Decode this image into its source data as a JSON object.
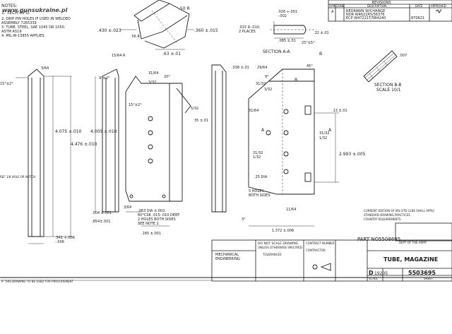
{
  "notes": {
    "heading": "NOTES:",
    "lines": [
      "1. TECH MFG.",
      "2. DRIP PIN HOLES IF USED IN WELDED",
      "   ASSEMBLY 7265339",
      "3. TUBE, STEEL, SAE 1045 OR 1050.",
      "   ASTM A519",
      "4. MIL-W-13855 APPLIES."
    ]
  },
  "revisions": {
    "header": "REVISIONS",
    "col_sym": "SYM",
    "col_zone": "ZONE",
    "col_desc": "DESCRIPTION",
    "col_date": "DATE",
    "col_appr": "APPROVED",
    "rows": [
      {
        "sym": "A",
        "desc": "REDRAWN W/CHANGE",
        "date": "",
        "appr": ""
      },
      {
        "sym": "",
        "desc": "NOR W4622A5/56376",
        "date": "",
        "appr": ""
      },
      {
        "sym": "",
        "desc": "ECP W47221T/5B4240",
        "date": "870621",
        "appr": ""
      }
    ]
  },
  "section_a": {
    "title": "SECTION A-A",
    "dims": [
      ".026 +.001",
      "    -.002",
      ".32 ±.01",
      ".085 ±.01",
      "25°±5°",
      ".015 R-.010,",
      "2 PLACES"
    ]
  },
  "section_b": {
    "title": "SECTION B-B",
    "scale": "SCALE 10/1",
    "dim": ".007"
  },
  "top_view_dims": [
    ".50 R",
    ".430 ±.023",
    ".360 ±.015",
    ".63 ±.01",
    ".56 R"
  ],
  "left_view_dims": [
    "3/64",
    "15°±2°",
    "4.075 ±.010",
    "4.476 ±.010",
    "REF 1/8 HOLE OR NOTCH",
    ".541 +.006",
    "     -.006"
  ],
  "mid_view_dims": [
    "15/64 R",
    "9°±2°",
    "31/64",
    "3/32",
    "20°",
    "15°±2°",
    "4.005 ±.010",
    ".004 ±.001",
    ".854±.001",
    ".063 DIA ±.002",
    "60°CSK .015-.010 DEEP",
    "2 HOLES BOTH SIDES",
    "SEE NOTE 2.",
    ".185 ±.001",
    "5/32",
    "35 ±.01",
    "3/64",
    ".038 ±.01"
  ],
  "right_view_dims": [
    "29/64",
    "31/32",
    "3/32",
    "31/64",
    "9°",
    "45°",
    "B",
    "B",
    "A",
    "A",
    ".13 ±.01",
    "31/32",
    "1/32",
    "2.993 ±.005",
    ".25 DIA",
    "5 HOLES",
    "BOTH SIDES",
    "11/64",
    "3°",
    "1.372 ±.006",
    "31/32",
    "1/32"
  ],
  "spec_note": [
    "CURRENT EDITION OF MIL-STD-1186 SHALL APPLY",
    "STANDARD DRAWING PRACTICES",
    "COUNTRY REQUIREMENTS"
  ],
  "title_block": {
    "part_no_label": "PART NO.",
    "part_no": "5508695",
    "title": "TUBE, MAGAZINE",
    "size": "D",
    "cage": "19205",
    "dwg_no": "5503695",
    "scale_label": "SCALE",
    "sheet_label": "SHEET",
    "mech_label": "MECHANICAL",
    "eng_label": "ENGINEERING",
    "do_not_scale": "DO NOT SCALE DRAWING",
    "dims_note": "UNLESS OTHERWISE SPECIFIED",
    "tol_label": "TOLERANCES",
    "contract": "CONTRACT NUMBER",
    "contractor": "CONTRACTOR",
    "agency": "DEPT OF THE ARMY"
  },
  "watermark": "www.gunsukraine.pl",
  "bottom_note": "IF THIS DRAWING TO BE USED FOR PROCUREMENT"
}
